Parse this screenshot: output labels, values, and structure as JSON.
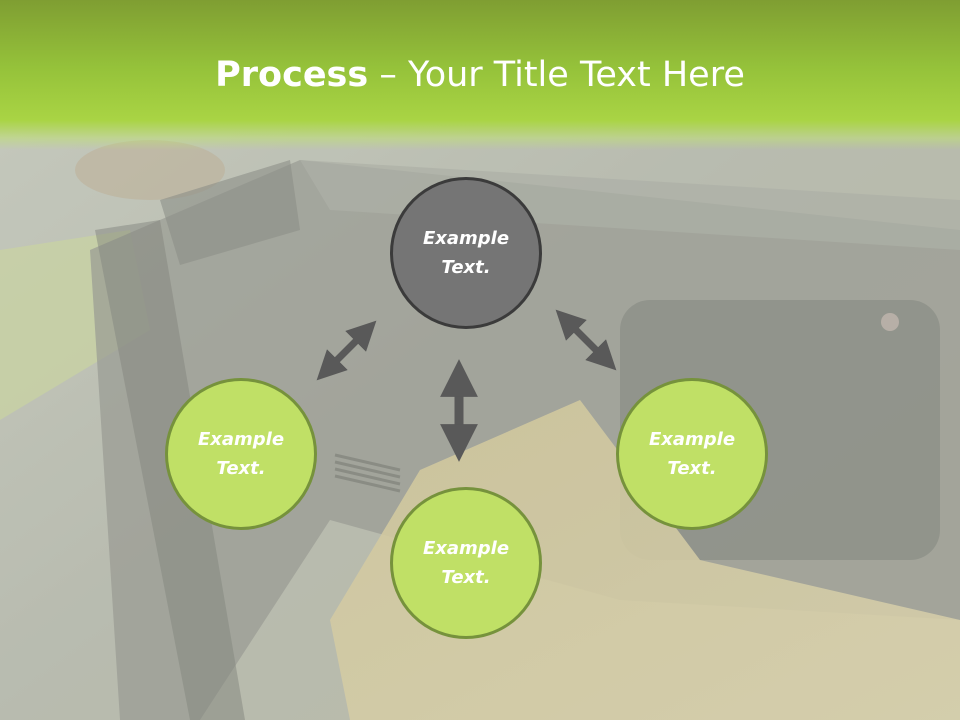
{
  "title": {
    "strong": "Process",
    "rest": " – Your Title Text Here"
  },
  "nodes": {
    "top": {
      "line1": "Example",
      "line2": "Text."
    },
    "left": {
      "line1": "Example",
      "line2": "Text."
    },
    "bottom": {
      "line1": "Example",
      "line2": "Text."
    },
    "right": {
      "line1": "Example",
      "line2": "Text."
    }
  },
  "colors": {
    "title_band": "#95c23a",
    "node_fill": "#c0e066",
    "node_border": "#76923c",
    "center_node_fill": "#757575",
    "center_node_border": "#3b3b3b",
    "arrow": "#595959",
    "text": "#ffffff"
  },
  "background": "faded-photo-of-office-printer",
  "arrows": [
    {
      "from": "top",
      "to": "left",
      "style": "double-headed"
    },
    {
      "from": "top",
      "to": "right",
      "style": "double-headed"
    },
    {
      "from": "top",
      "to": "bottom",
      "style": "double-headed"
    }
  ]
}
